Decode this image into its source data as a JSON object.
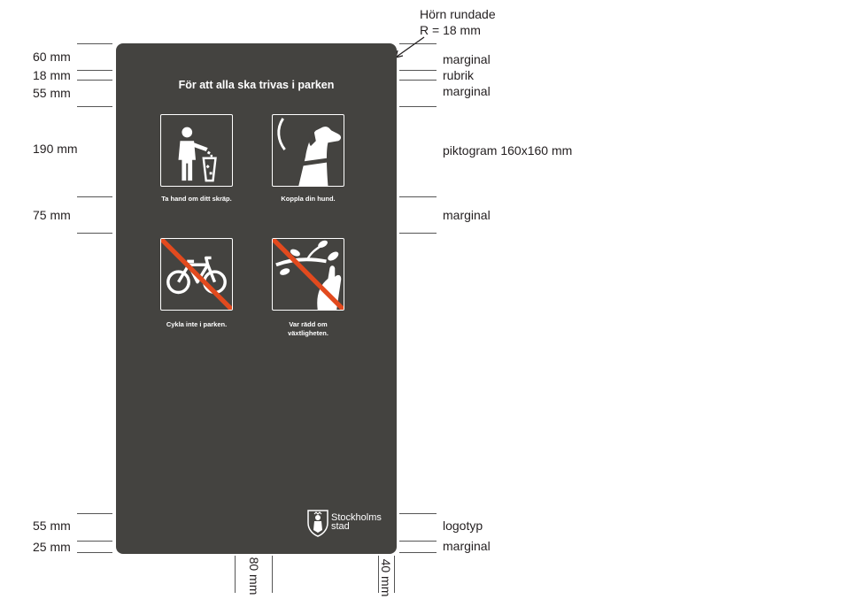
{
  "sign": {
    "title": "För att alla ska trivas i parken",
    "background_color": "#444340",
    "prohibition_color": "#e24a1e",
    "pictograms": [
      {
        "icon": "litter-bin-icon",
        "caption": "Ta hand om ditt skräp.",
        "prohibited": false
      },
      {
        "icon": "dog-on-leash-icon",
        "caption": "Koppla din hund.",
        "prohibited": false
      },
      {
        "icon": "bicycle-icon",
        "caption": "Cykla inte i parken.",
        "prohibited": true
      },
      {
        "icon": "hand-breaking-branch-icon",
        "caption_line1": "Var rädd om",
        "caption_line2": "växtligheten.",
        "prohibited": true
      }
    ],
    "logo": {
      "icon": "stockholm-shield-icon",
      "line1": "Stockholms",
      "line2": "stad"
    }
  },
  "dimensions": {
    "left": [
      "60 mm",
      "18 mm",
      "55 mm",
      "190 mm",
      "75 mm",
      "55 mm",
      "25 mm"
    ],
    "right": {
      "corner_line1": "Hörn rundade",
      "corner_line2": "R = 18 mm",
      "margin_top": "marginal",
      "heading": "rubrik",
      "margin_after_heading": "marginal",
      "pictogram": "piktogram 160x160 mm",
      "margin_between": "marginal",
      "logotype": "logotyp",
      "margin_bottom": "marginal"
    },
    "bottom": [
      "80 mm",
      "40 mm"
    ]
  }
}
